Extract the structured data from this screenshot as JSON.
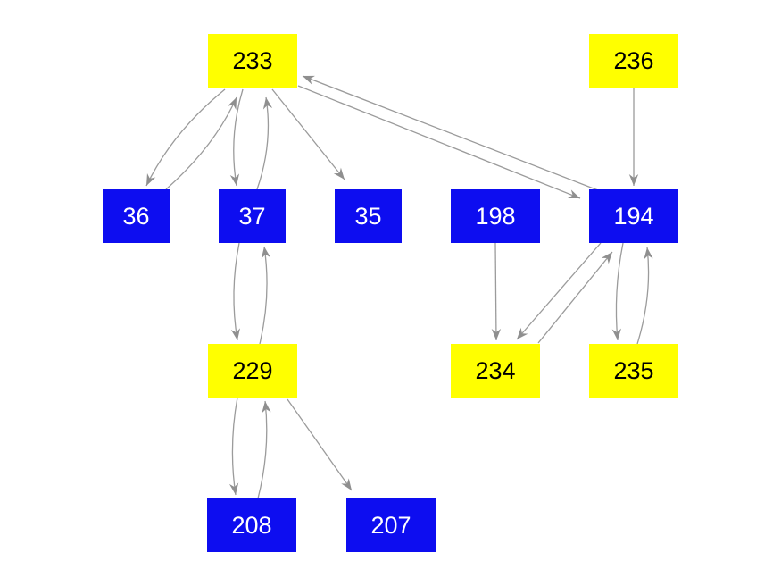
{
  "figure": {
    "type": "directed-graph",
    "description": "Node-link diagram with yellow and blue rectangular nodes connected by gray arrows"
  },
  "colors": {
    "node_yellow": "#ffff00",
    "node_blue": "#0d0df0",
    "edge_line": "#9b9b9b",
    "arrowhead": "#8f8f8f",
    "label_on_yellow": "#000000",
    "label_on_blue": "#ffffff",
    "background": "#ffffff"
  },
  "nodes": {
    "n233": {
      "label": "233",
      "color": "yellow"
    },
    "n236": {
      "label": "236",
      "color": "yellow"
    },
    "n36": {
      "label": "36",
      "color": "blue"
    },
    "n37": {
      "label": "37",
      "color": "blue"
    },
    "n35": {
      "label": "35",
      "color": "blue"
    },
    "n198": {
      "label": "198",
      "color": "blue"
    },
    "n194": {
      "label": "194",
      "color": "blue"
    },
    "n229": {
      "label": "229",
      "color": "yellow"
    },
    "n234": {
      "label": "234",
      "color": "yellow"
    },
    "n235": {
      "label": "235",
      "color": "yellow"
    },
    "n208": {
      "label": "208",
      "color": "blue"
    },
    "n207": {
      "label": "207",
      "color": "blue"
    }
  },
  "edges": [
    {
      "from": "233",
      "to": "36"
    },
    {
      "from": "36",
      "to": "233"
    },
    {
      "from": "233",
      "to": "37"
    },
    {
      "from": "37",
      "to": "233"
    },
    {
      "from": "233",
      "to": "35"
    },
    {
      "from": "233",
      "to": "194"
    },
    {
      "from": "194",
      "to": "233"
    },
    {
      "from": "236",
      "to": "194"
    },
    {
      "from": "37",
      "to": "229"
    },
    {
      "from": "229",
      "to": "37"
    },
    {
      "from": "198",
      "to": "234"
    },
    {
      "from": "194",
      "to": "234"
    },
    {
      "from": "234",
      "to": "194"
    },
    {
      "from": "194",
      "to": "235"
    },
    {
      "from": "235",
      "to": "194"
    },
    {
      "from": "229",
      "to": "208"
    },
    {
      "from": "208",
      "to": "229"
    },
    {
      "from": "229",
      "to": "207"
    }
  ]
}
